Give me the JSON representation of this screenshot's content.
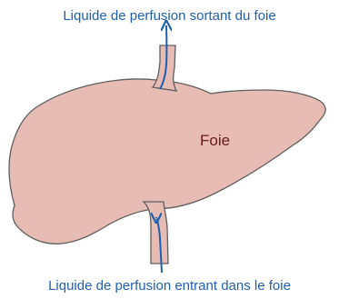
{
  "labels": {
    "outflow": "Liquide de perfusion sortant du foie",
    "inflow": "Liquide de perfusion entrant dans le foie",
    "organ": "Foie"
  },
  "colors": {
    "liver_fill": "#e6bcb4",
    "outline": "#5f5f5f",
    "arrow": "#1f5fb0",
    "label_text": "#1f5fb0",
    "organ_text": "#6b1a1a"
  },
  "icons": {
    "outflow_arrow": "arrow-up-icon",
    "inflow_arrow": "arrow-up-icon"
  }
}
